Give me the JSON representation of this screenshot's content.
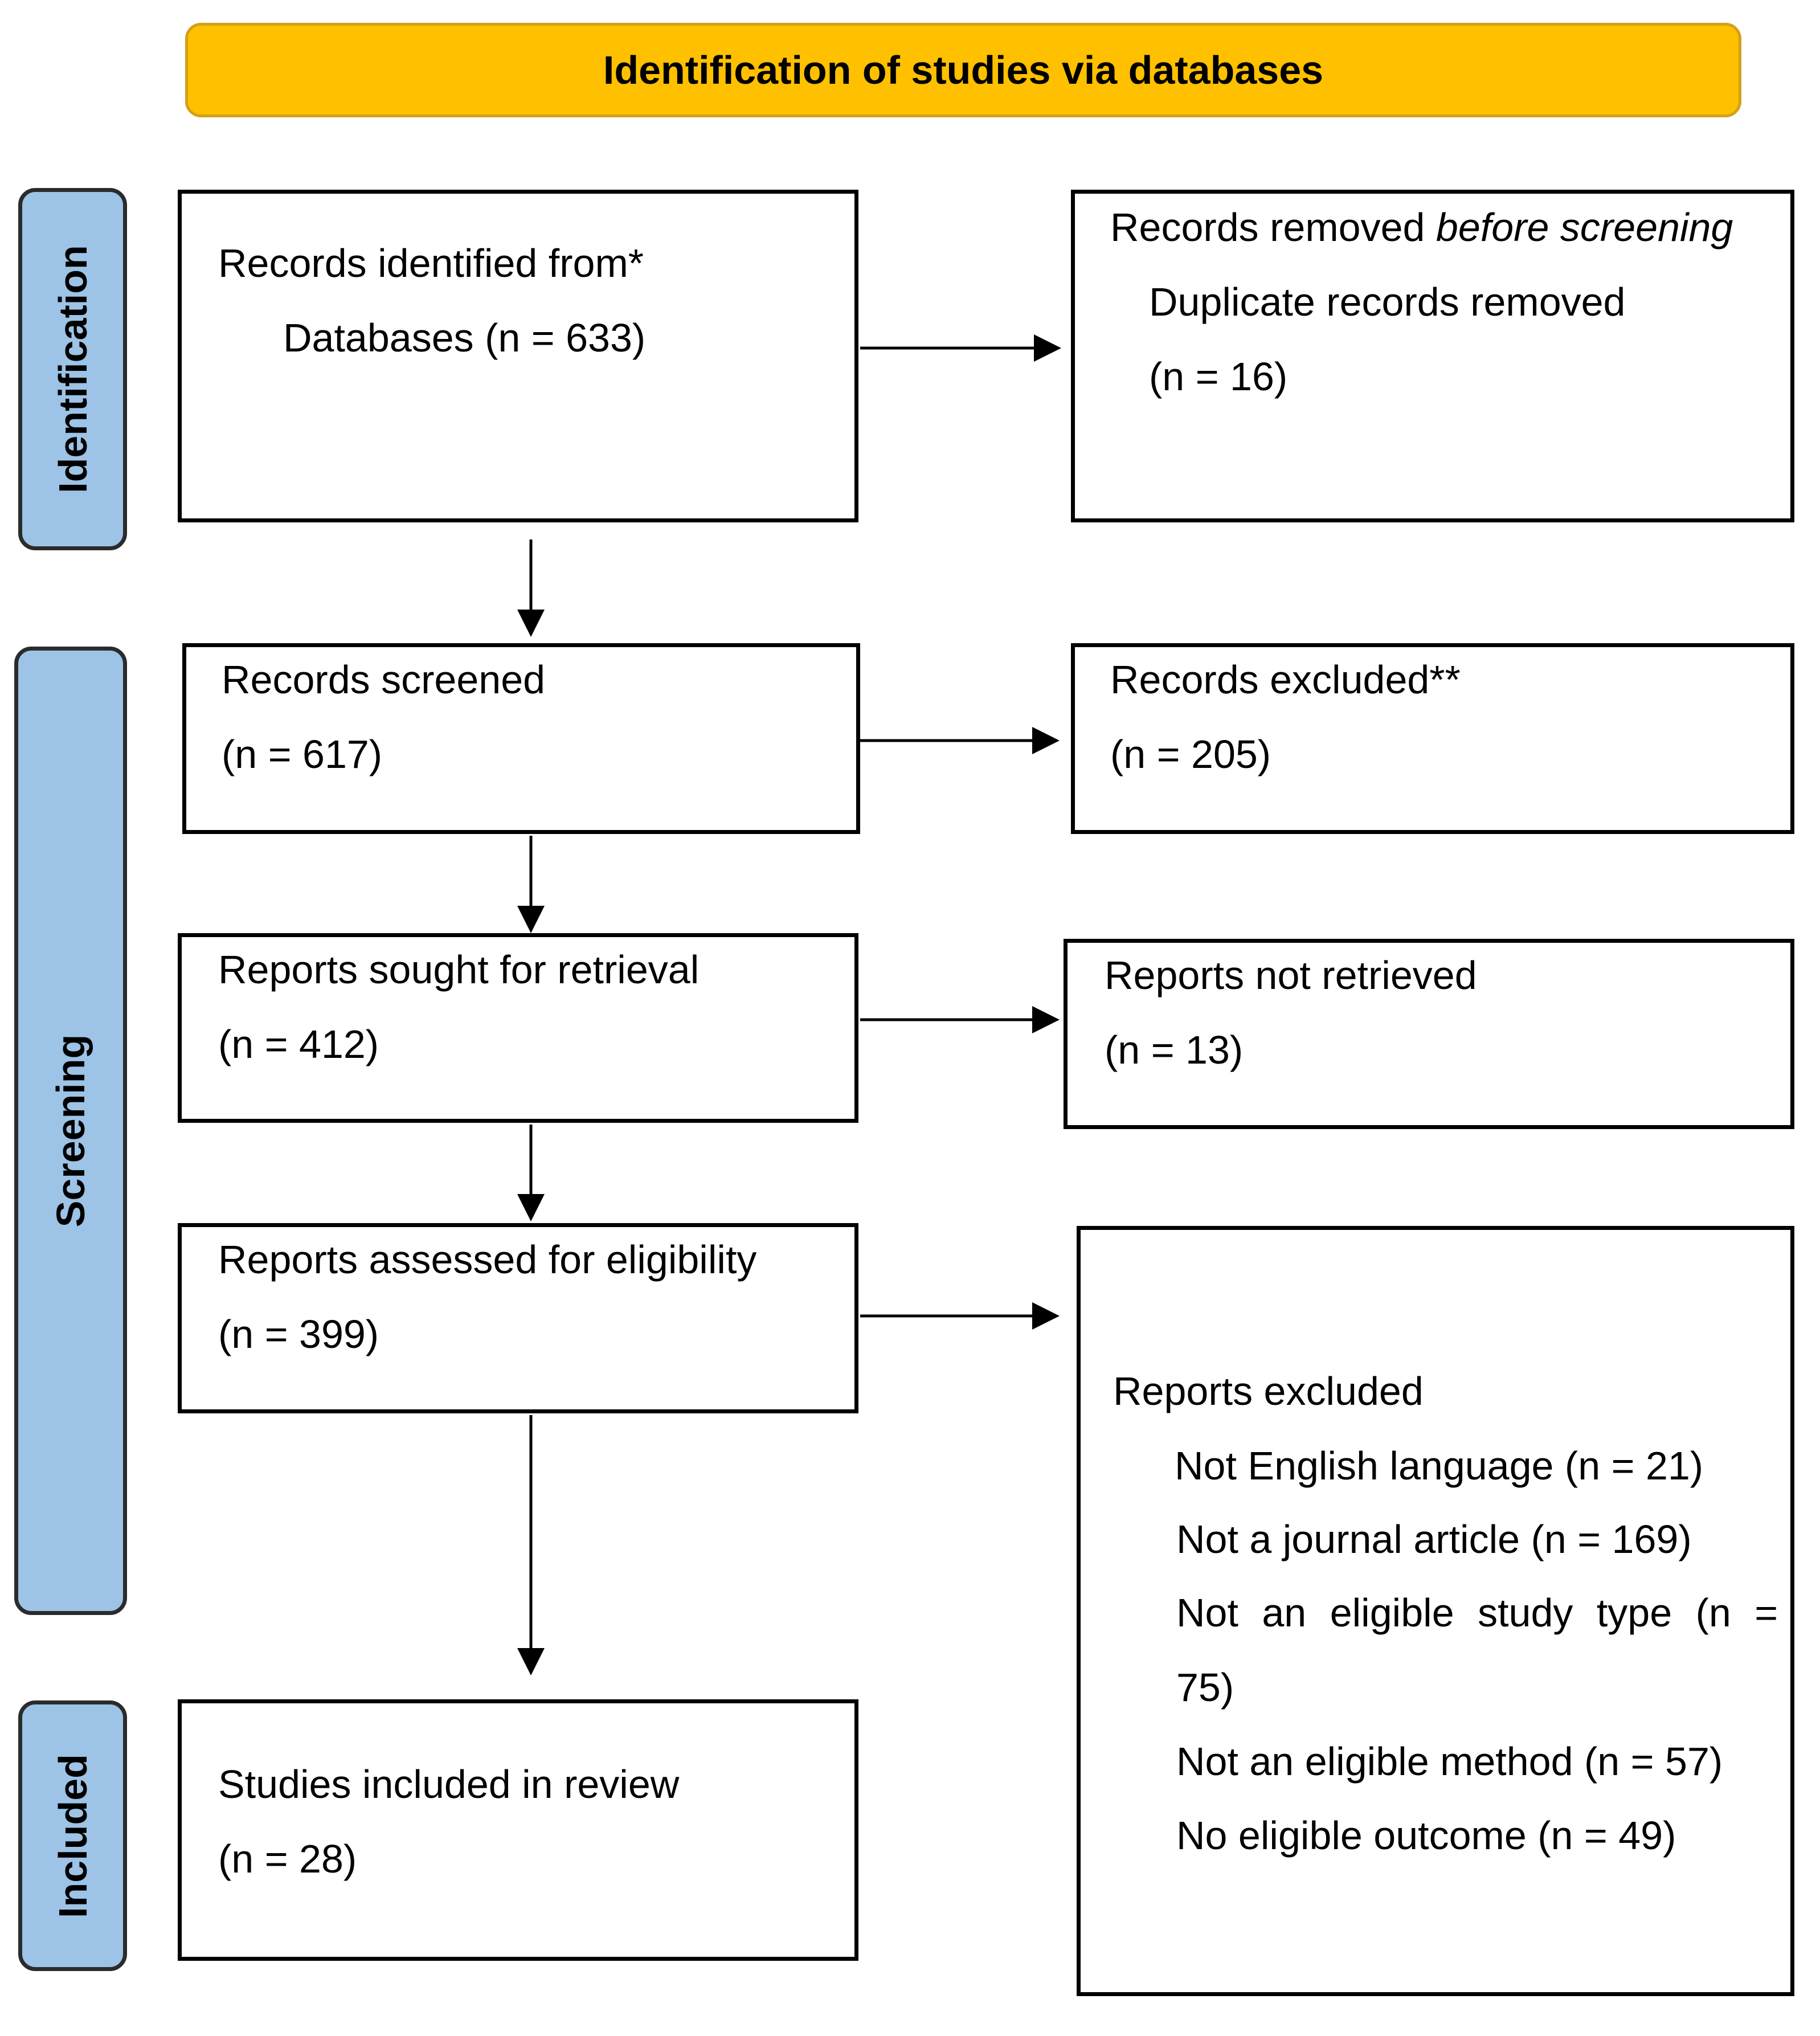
{
  "header": {
    "title": "Identification of studies via databases"
  },
  "phases": {
    "identification": "Identification",
    "screening": "Screening",
    "included": "Included"
  },
  "boxes": {
    "records_identified": {
      "line1": "Records identified from*",
      "line2": "Databases (n = 633)"
    },
    "records_removed": {
      "line1_prefix": "Records removed ",
      "line1_italic": "before screening",
      "line2": "Duplicate records removed",
      "line3": "(n = 16)"
    },
    "records_screened": {
      "line1": "Records screened",
      "line2": "(n = 617)"
    },
    "records_excluded": {
      "line1": "Records excluded**",
      "line2": "(n = 205)"
    },
    "reports_sought": {
      "line1": "Reports sought for retrieval",
      "line2": "(n = 412)"
    },
    "reports_not_retrieved": {
      "line1": "Reports not retrieved",
      "line2": "(n = 13)"
    },
    "reports_assessed": {
      "line1": "Reports assessed for eligibility",
      "line2": "(n = 399)"
    },
    "reports_excluded": {
      "title": "Reports excluded",
      "reasons": [
        "Not English language (n = 21)",
        "Not a journal article (n = 169)",
        "Not an eligible study type (n =",
        "75)",
        "Not an eligible method (n = 57)",
        "No eligible outcome (n = 49)"
      ]
    },
    "studies_included": {
      "line1": "Studies included in review",
      "line2": "(n = 28)"
    }
  },
  "colors": {
    "header_fill": "#ffc000",
    "phase_fill": "#9dc3e6",
    "line": "#000000"
  }
}
